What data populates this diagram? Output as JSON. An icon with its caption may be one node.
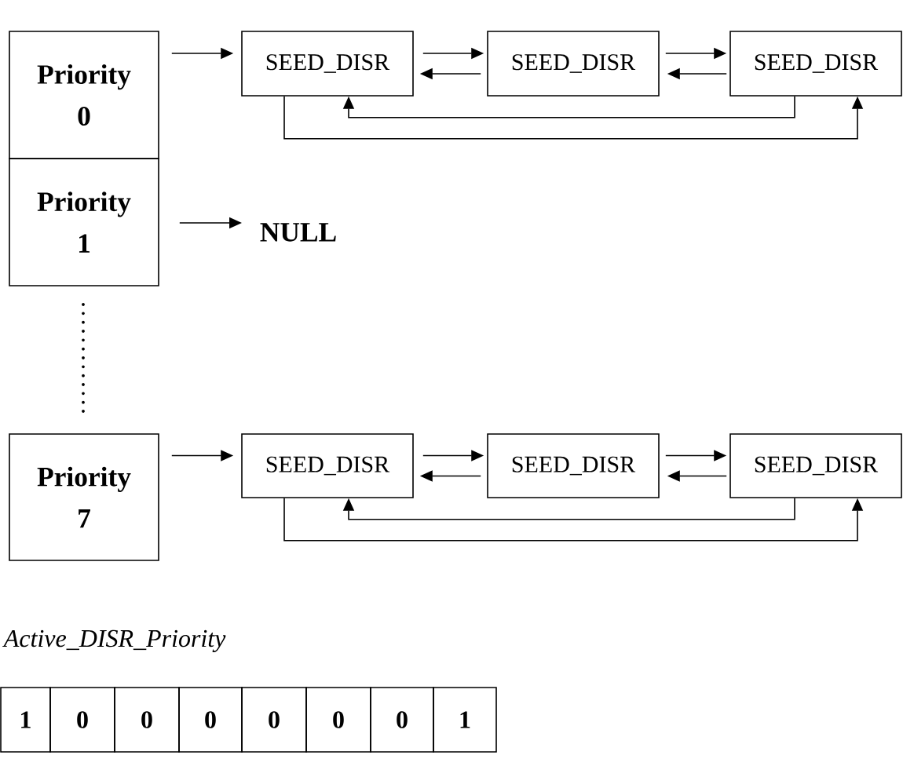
{
  "diagram": {
    "nodes": [
      {
        "text": [
          "Priority 0"
        ]
      },
      {
        "text": [
          "SEED_DISR"
        ]
      },
      {
        "text": [
          "SEED_DISR"
        ]
      },
      {
        "text": [
          "SEED_DISR"
        ]
      },
      {
        "text": [
          "Priority 1"
        ]
      },
      {
        "text": [
          "NULL"
        ]
      },
      {
        "text": [
          "Priority 7"
        ]
      },
      {
        "text": [
          "SEED_DISR"
        ]
      },
      {
        "text": [
          "SEED_DISR"
        ]
      },
      {
        "text": [
          "SEED_DISR"
        ]
      }
    ],
    "edges": [
      {
        "from": 0,
        "to": 1,
        "arrow": "to"
      },
      {
        "from": 1,
        "to": 2,
        "arrow": "to"
      },
      {
        "from": 2,
        "to": 1,
        "arrow": "to"
      },
      {
        "from": 2,
        "to": 3,
        "arrow": "to"
      },
      {
        "from": 3,
        "to": 2,
        "arrow": "to"
      },
      {
        "from": 3,
        "to": 1,
        "arrow": "to"
      },
      {
        "from": 1,
        "to": 3,
        "arrow": "to"
      },
      {
        "from": 4,
        "to": 5,
        "arrow": "to"
      },
      {
        "from": 6,
        "to": 7,
        "arrow": "to"
      },
      {
        "from": 7,
        "to": 8,
        "arrow": "to"
      },
      {
        "from": 8,
        "to": 7,
        "arrow": "to"
      },
      {
        "from": 8,
        "to": 9,
        "arrow": "to"
      },
      {
        "from": 9,
        "to": 8,
        "arrow": "to"
      },
      {
        "from": 9,
        "to": 7,
        "arrow": "to"
      },
      {
        "from": 7,
        "to": 9,
        "arrow": "to"
      }
    ],
    "labels": [
      "Active_DISR_Priority",
      "1",
      "0",
      "0",
      "0",
      "0",
      "0",
      "0",
      "1"
    ]
  }
}
